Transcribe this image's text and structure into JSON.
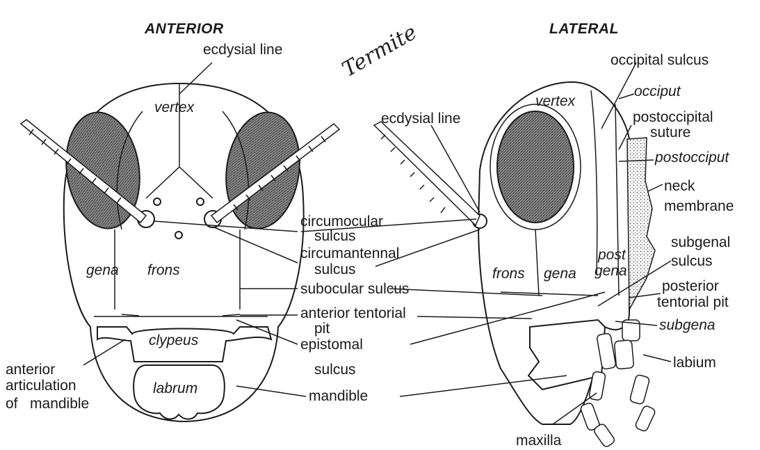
{
  "headings": {
    "anterior": "ANTERIOR",
    "lateral": "LATERAL"
  },
  "handwritten_note": "Termite",
  "anterior_labels": {
    "ecdysial_line": "ecdysial line",
    "vertex": "vertex",
    "gena": "gena",
    "frons": "frons",
    "clypeus": "clypeus",
    "labrum": "labrum",
    "anterior_articulation": [
      "anterior",
      "articulation",
      "of   mandible"
    ]
  },
  "shared_labels": {
    "circumocular": [
      "circumocular",
      "sulcus"
    ],
    "circumantennal": [
      "circumantennal",
      "sulcus"
    ],
    "subocular": "subocular sulcus",
    "anterior_tentorial": [
      "anterior tentorial",
      "pit"
    ],
    "epistomal": [
      "epistomal",
      "sulcus"
    ],
    "mandible": "mandible"
  },
  "lateral_labels": {
    "occipital_sulcus": "occipital sulcus",
    "occiput": "occiput",
    "vertex": "vertex",
    "ecdysial_line": "ecdysial line",
    "postoccipital": [
      "postoccipital",
      "suture"
    ],
    "postocciput": "postocciput",
    "neck": [
      "neck",
      "membrane"
    ],
    "subgenal": [
      "subgenal",
      "sulcus"
    ],
    "frons": "frons",
    "gena": "gena",
    "postgena": [
      "post",
      "gena"
    ],
    "posterior_tentorial": [
      "posterior",
      "tentorial pit"
    ],
    "subgena": "subgena",
    "labium": "labium",
    "maxilla": "maxilla"
  },
  "colors": {
    "ink": "#1a1a1a",
    "paper": "#ffffff",
    "eye_shade": "#6e6e6e",
    "neck_stipple": "#555555"
  }
}
